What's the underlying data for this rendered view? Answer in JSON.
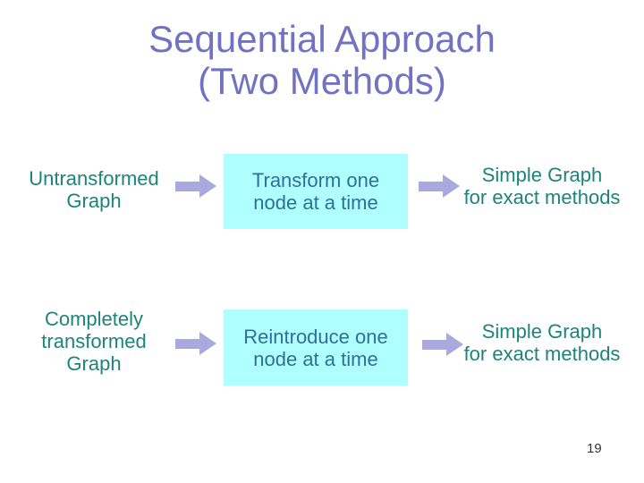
{
  "slide": {
    "title": "Sequential Approach\n(Two Methods)",
    "page_number": "19",
    "colors": {
      "title_text": "#7272c3",
      "label_text": "#1d847c",
      "box_background": "#b0ffff",
      "box_text": "#2f6f99",
      "arrow_fill": "#a9a9de",
      "background": "#ffffff"
    },
    "icons": {
      "flow_arrow": "right-block-arrow"
    },
    "rows": [
      {
        "source": "Untransformed\nGraph",
        "process": "Transform one\nnode at a time",
        "result": "Simple Graph\nfor exact methods"
      },
      {
        "source": "Completely\ntransformed\nGraph",
        "process": "Reintroduce one\nnode at a time",
        "result": "Simple Graph\nfor exact methods"
      }
    ]
  }
}
